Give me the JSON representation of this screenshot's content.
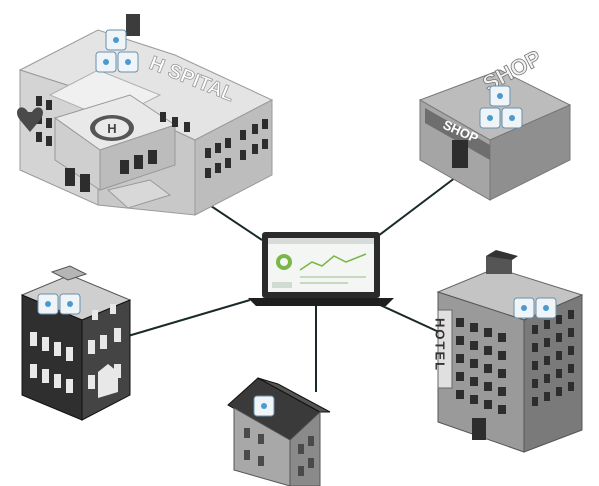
{
  "hospital": {
    "sign": "H SPITAL",
    "helipad": "H"
  },
  "shop": {
    "roof_sign": "SHOP",
    "front_sign": "SHOP"
  },
  "hotel": {
    "sign": "HOTEL"
  },
  "colors": {
    "link_line": "#1a2a2a",
    "ap_fill": "#eef4f8",
    "ap_led": "#4a9ad0",
    "building_light": "#d9d9d9",
    "building_mid": "#a9a9a9",
    "building_dark": "#3a3a3a",
    "screen_green": "#7ab648"
  },
  "icons": {
    "access_point": "wireless-access-point-icon",
    "laptop": "laptop-icon"
  }
}
